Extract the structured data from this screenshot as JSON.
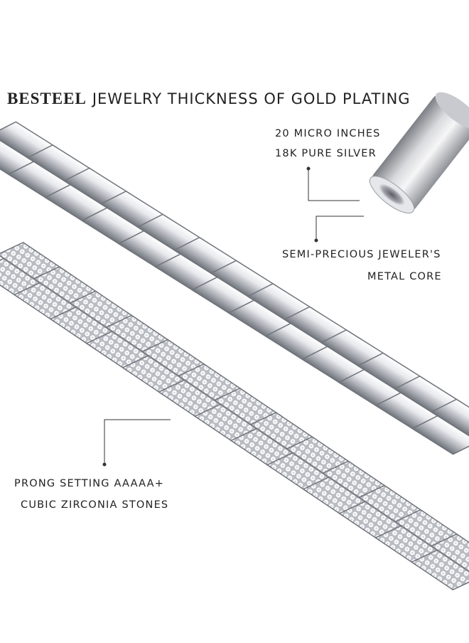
{
  "heading": {
    "brand": "BESTEEL",
    "title": "JEWELRY THICKNESS OF GOLD PLATING"
  },
  "callouts": {
    "plating_thickness": "20 MICRO INCHES",
    "plating_material": "18K PURE SILVER",
    "core_line1": "SEMI-PRECIOUS JEWELER'S",
    "core_line2": "METAL CORE",
    "stones_line1": "PRONG SETTING AAAAA+",
    "stones_line2": "CUBIC ZIRCONIA STONES"
  },
  "colors": {
    "background": "#ffffff",
    "silver_light": "#f4f4f6",
    "silver_mid": "#c9cbd0",
    "silver_dark": "#7d8087",
    "text": "#222222"
  }
}
